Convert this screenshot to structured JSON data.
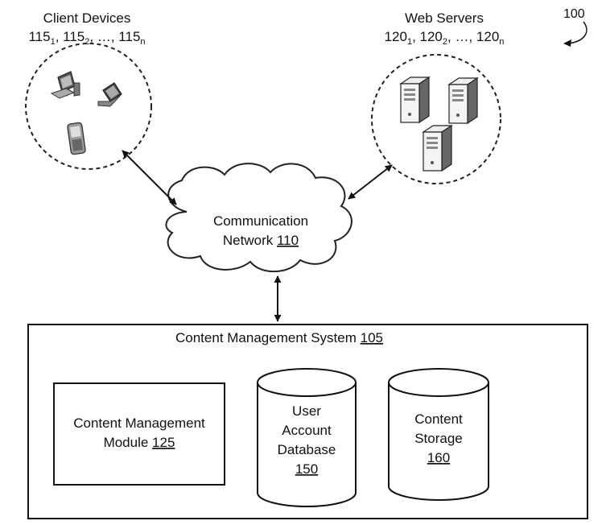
{
  "figure_ref": "100",
  "client_devices": {
    "title": "Client Devices",
    "ref_base": "115",
    "sub1": "1",
    "sub2": "2",
    "sep": ", ",
    "ellipsis": ", …, ",
    "subn": "n"
  },
  "web_servers": {
    "title": "Web Servers",
    "ref_base": "120",
    "sub1": "1",
    "sub2": "2",
    "sep": ", ",
    "ellipsis": ", …, ",
    "subn": "n"
  },
  "network": {
    "line1": "Communication",
    "line2_text": "Network ",
    "line2_ref": "110"
  },
  "cms": {
    "title_text": "Content Management System ",
    "title_ref": "105",
    "module": {
      "line1": "Content Management",
      "line2_text": "Module ",
      "line2_ref": "125"
    },
    "user_db": {
      "line1": "User",
      "line2": "Account",
      "line3": "Database",
      "ref": "150"
    },
    "storage": {
      "line1": "Content",
      "line2": "Storage",
      "ref": "160"
    }
  }
}
